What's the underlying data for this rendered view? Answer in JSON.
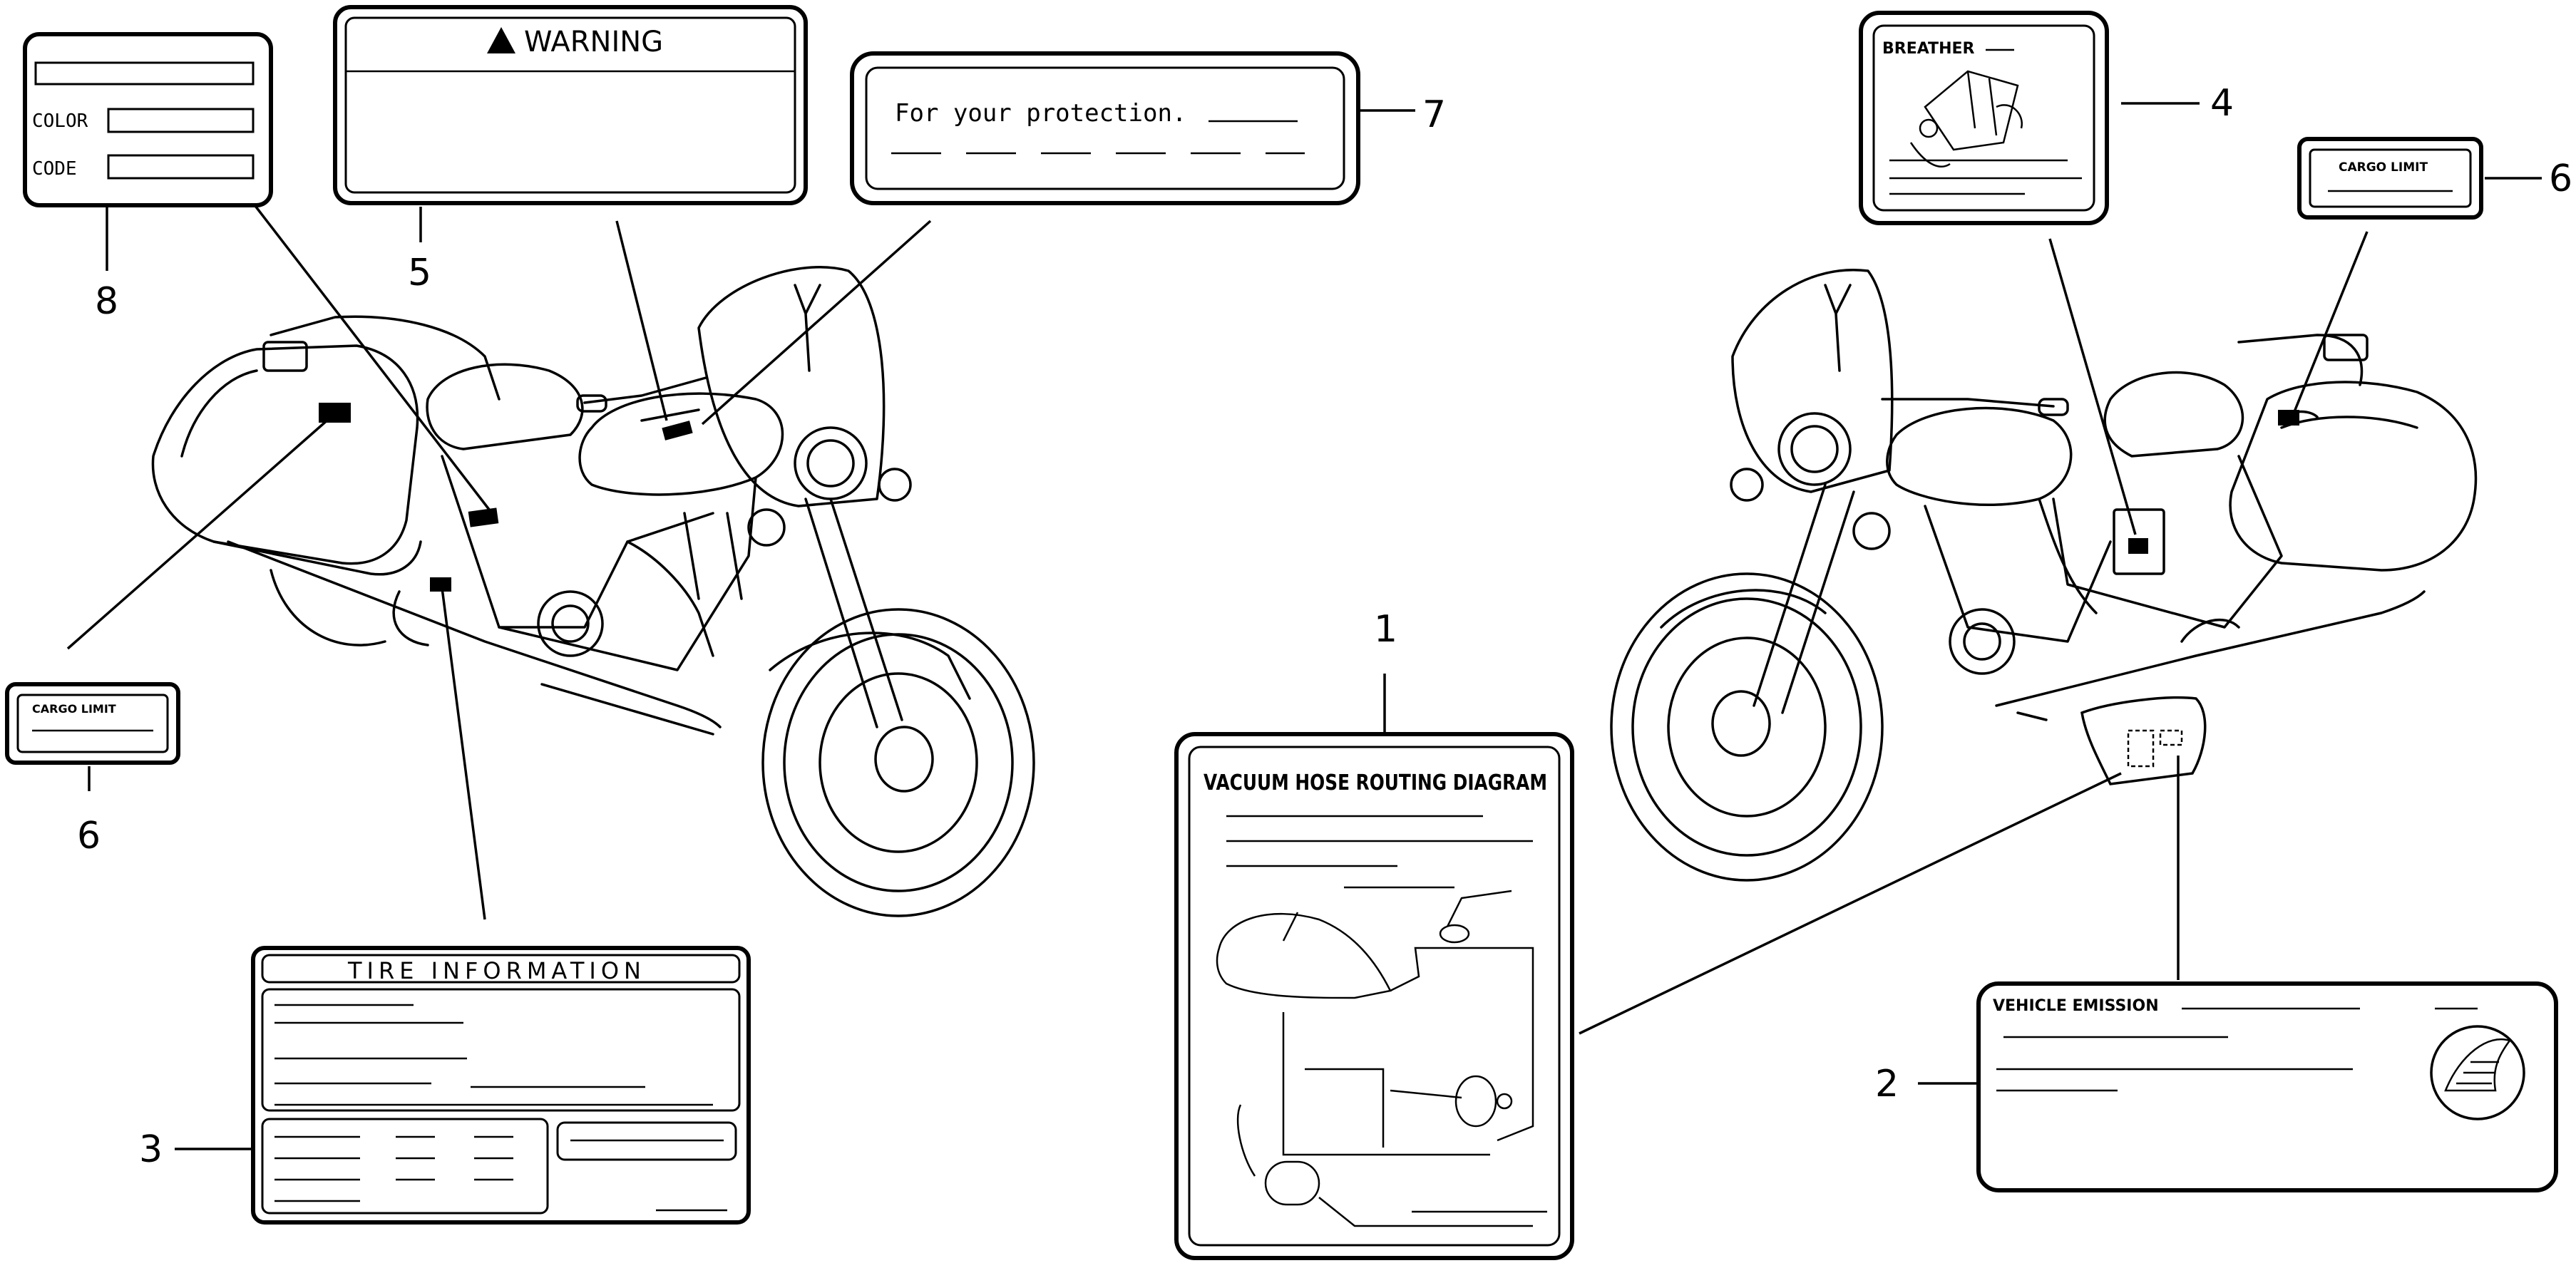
{
  "callouts": [
    "1",
    "2",
    "3",
    "4",
    "5",
    "6",
    "7",
    "8"
  ],
  "labels": {
    "color_code": {
      "color": "COLOR",
      "code": "CODE"
    },
    "warning": {
      "title": "WARNING"
    },
    "protection": {
      "text": "For your protection."
    },
    "breather": {
      "title": "BREATHER"
    },
    "cargo_limit": {
      "text": "CARGO LIMIT"
    },
    "tire_info": {
      "title": "TIRE INFORMATION"
    },
    "vacuum": {
      "title": "VACUUM HOSE ROUTING DIAGRAM"
    },
    "emission": {
      "title": "VEHICLE EMISSION"
    }
  },
  "icons": [
    "warning-triangle-icon",
    "honda-wing-logo",
    "motorcycle-left-view",
    "motorcycle-right-view",
    "hand-pointing-icon"
  ]
}
